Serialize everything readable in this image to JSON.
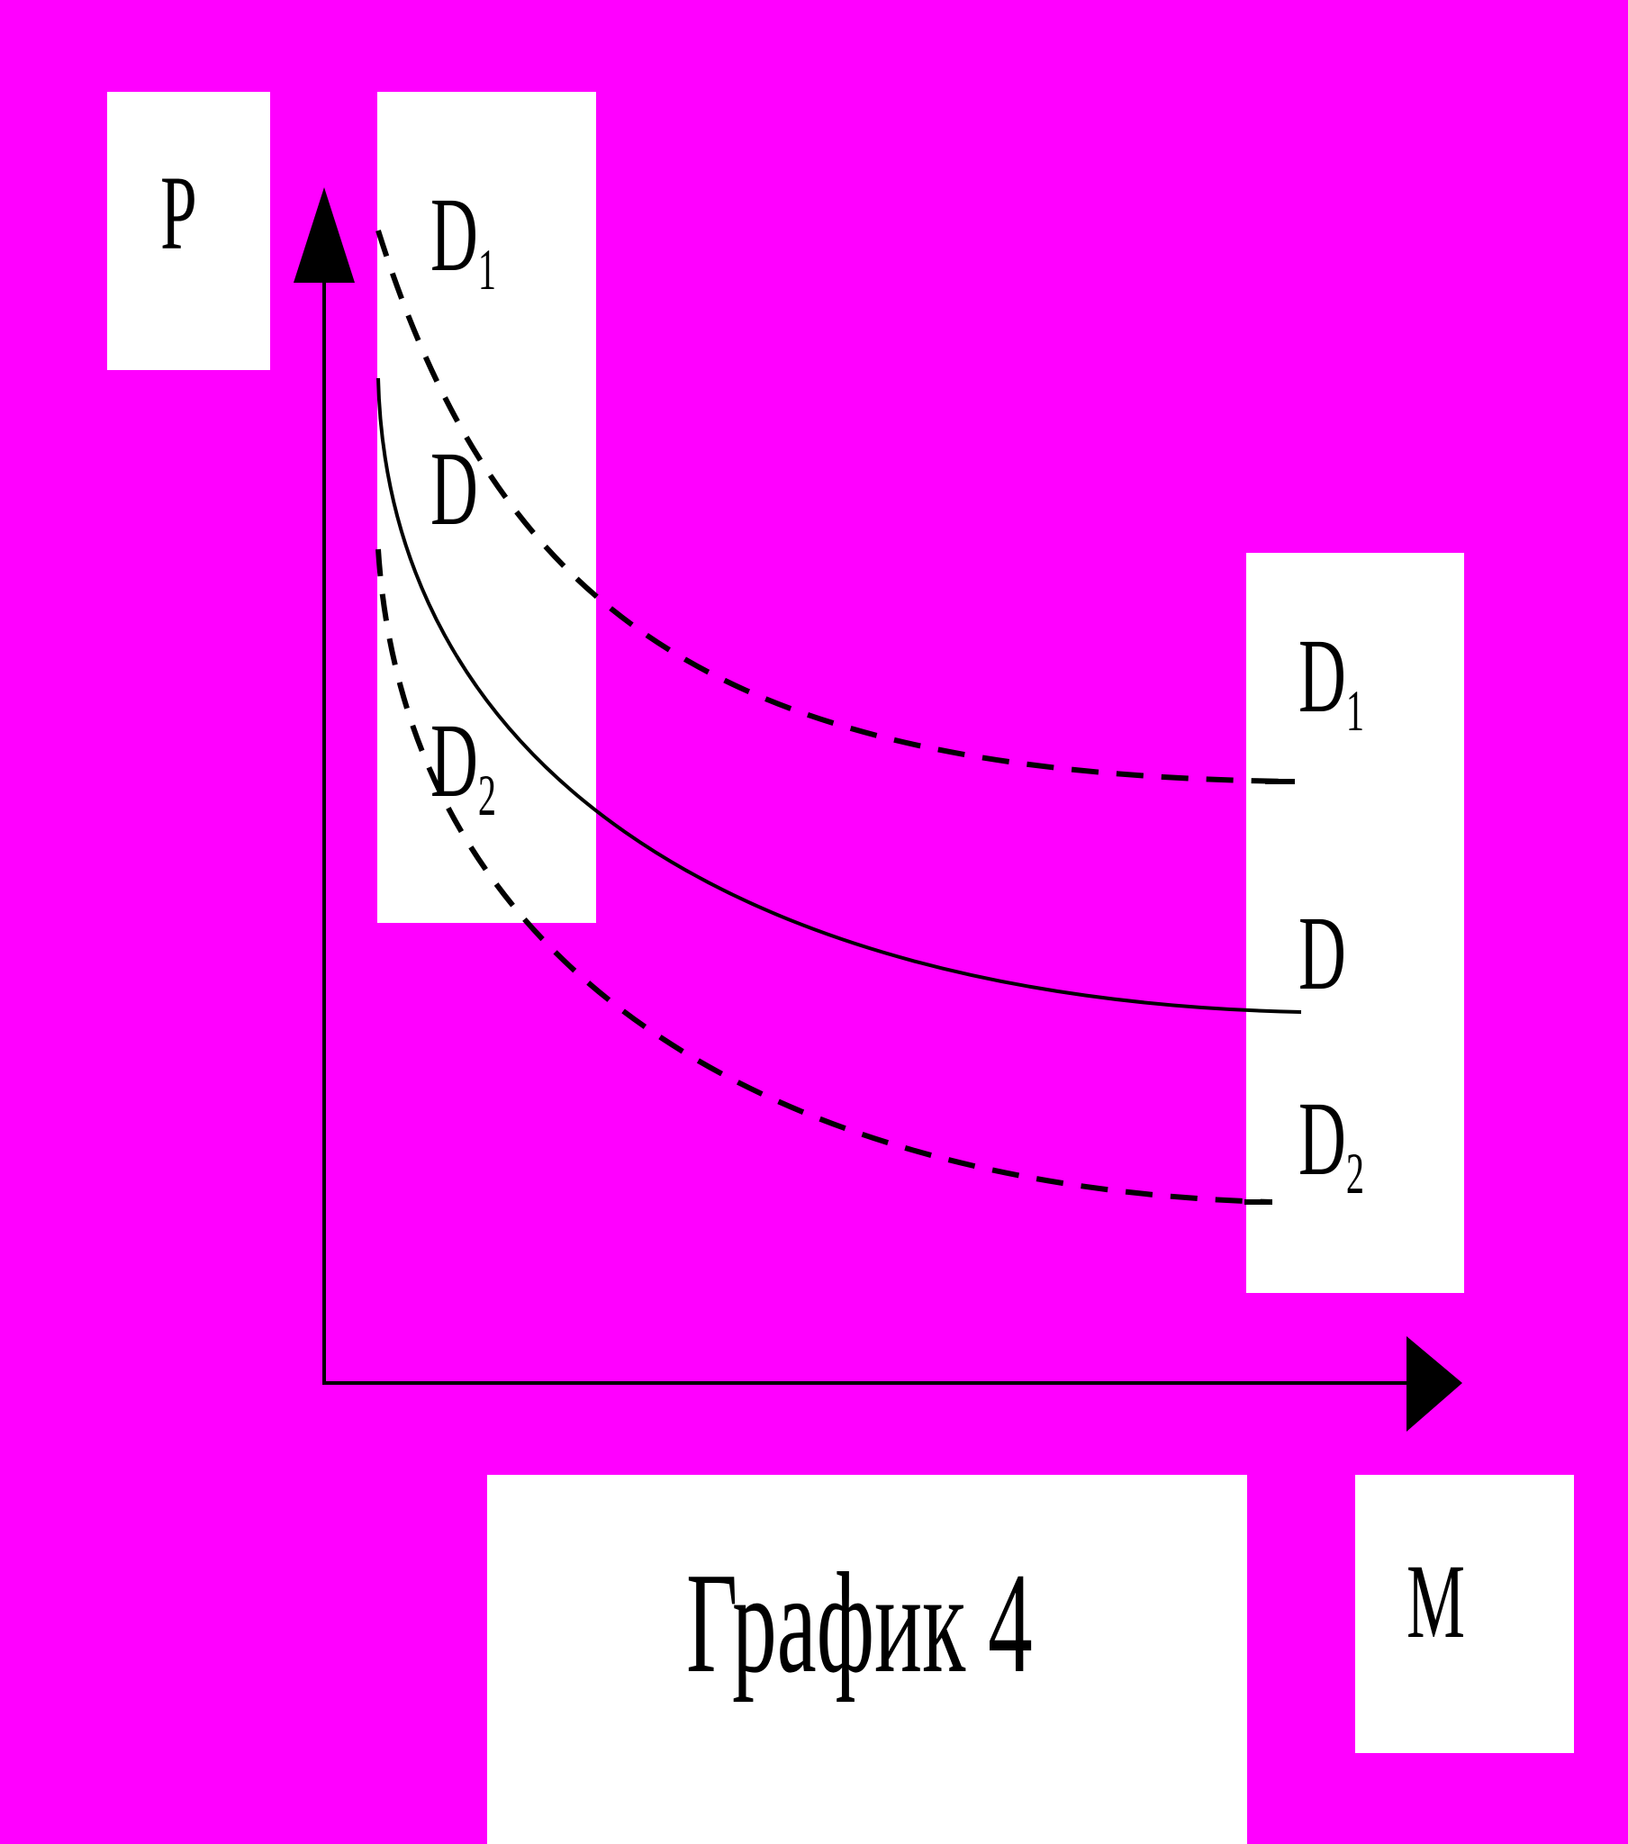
{
  "background_color": "#FF00FF",
  "box_color": "#FFFFFF",
  "ink_color": "#000000",
  "axis": {
    "y_label": "P",
    "x_label": "M"
  },
  "caption": "График 4",
  "curves": [
    {
      "id": "d1",
      "label_main": "D",
      "label_sub": "1",
      "style": "dashed"
    },
    {
      "id": "d",
      "label_main": "D",
      "label_sub": "",
      "style": "solid"
    },
    {
      "id": "d2",
      "label_main": "D",
      "label_sub": "2",
      "style": "dashed"
    }
  ]
}
